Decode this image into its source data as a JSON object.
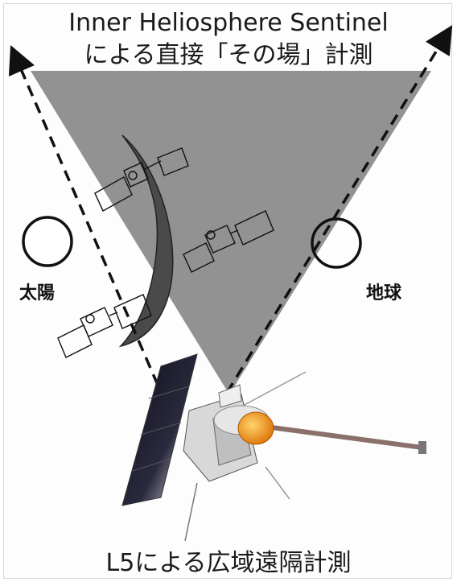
{
  "title": {
    "line1": "Inner Heliosphere Sentinel",
    "line2": "による直接「その場」計測"
  },
  "labels": {
    "sun": "太陽",
    "earth": "地球"
  },
  "caption": "L5による広域遠隔計測",
  "colors": {
    "field_of_view": "#8c8c8c",
    "cme": "#4a4a4a",
    "dish": "#f2a31b",
    "panel": "#1b1b2a"
  }
}
